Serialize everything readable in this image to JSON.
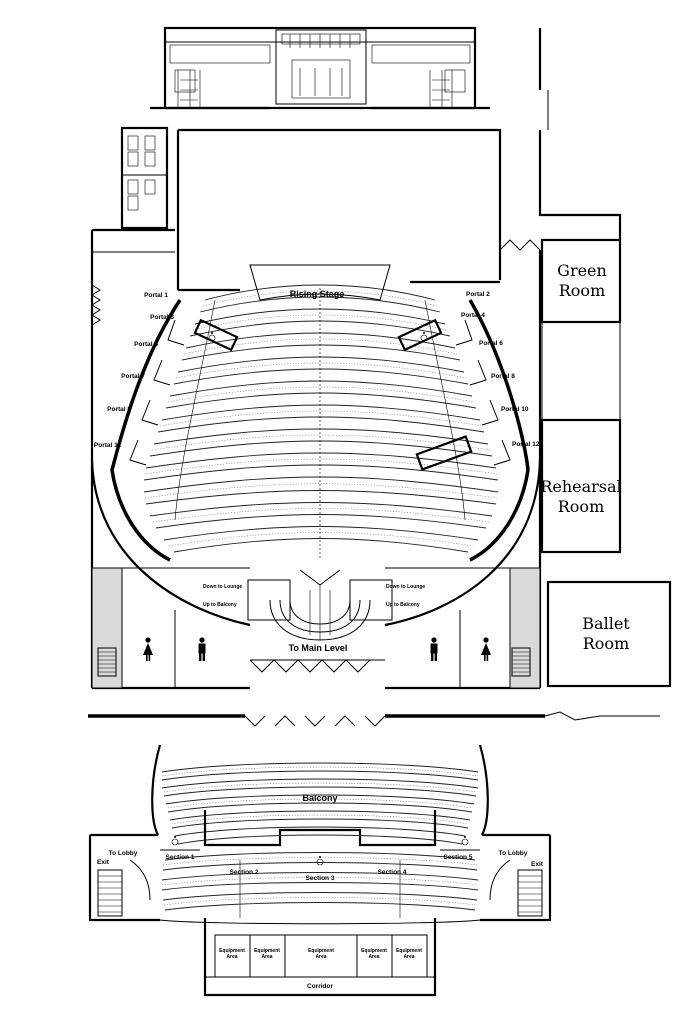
{
  "main_level": {
    "stage_label": "Rising Stage",
    "exit_label": "To Main Level",
    "portals_left": [
      "Portal 1",
      "Portal 3",
      "Portal 5",
      "Portal 7",
      "Portal 9",
      "Portal 11"
    ],
    "portals_right": [
      "Portal 2",
      "Portal 4",
      "Portal 6",
      "Portal 8",
      "Portal 10",
      "Portal 12"
    ],
    "down_to_lounge": "Down to Lounge",
    "up_to_balcony": "Up to Balcony"
  },
  "rooms": {
    "green_room": [
      "Green",
      "Room"
    ],
    "rehearsal_room": [
      "Rehearsal",
      "Room"
    ],
    "ballet_room": [
      "Ballet",
      "Room"
    ]
  },
  "balcony_level": {
    "title": "Balcony",
    "sections": [
      "Section 1",
      "Section 2",
      "Section 3",
      "Section 4",
      "Section 5"
    ],
    "to_lobby": "To Lobby",
    "exit": "Exit",
    "equipment_area": [
      "Equipment",
      "Area"
    ],
    "corridor": "Corridor"
  },
  "icons": [
    "wheelchair-icon",
    "restroom-women-icon",
    "restroom-men-icon",
    "stairs-icon"
  ]
}
